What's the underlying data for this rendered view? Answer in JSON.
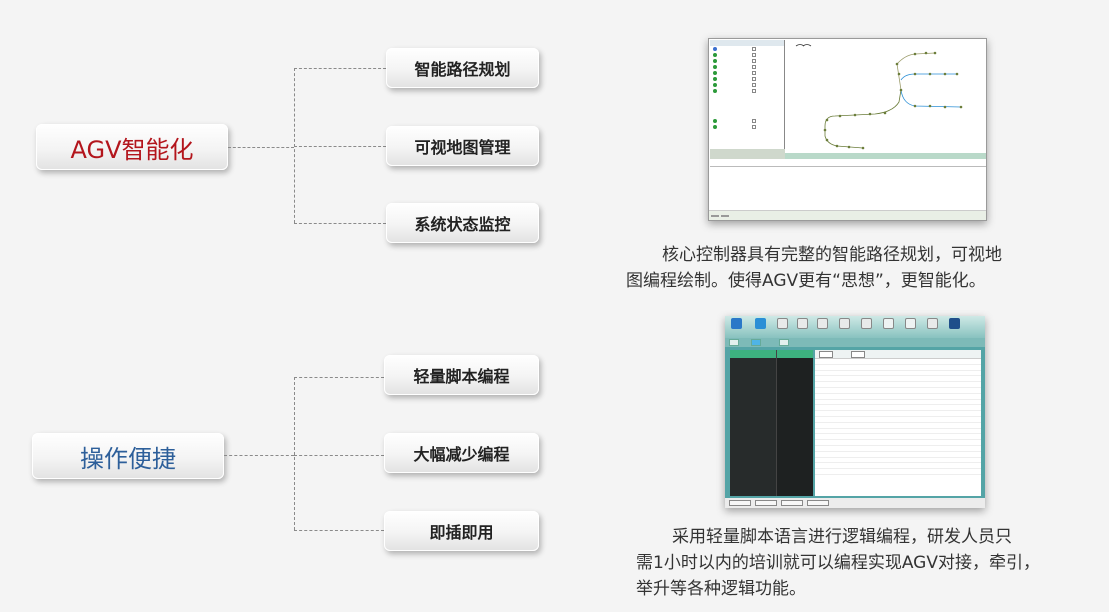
{
  "groups": [
    {
      "main_label": "AGV智能化",
      "items": [
        "智能路径规划",
        "可视地图管理",
        "系统状态监控"
      ],
      "description": "核心控制器具有完整的智能路径规划，可视地图编程绘制。使得AGV更有“思想”，更智能化。"
    },
    {
      "main_label": "操作便捷",
      "items": [
        "轻量脚本编程",
        "大幅减少编程",
        "即插即用"
      ],
      "description": "采用轻量脚本语言进行逻辑编程，研发人员只需1小时以内的培训就可以编程实现AGV对接，牵引，举升等各种逻辑功能。"
    }
  ],
  "caption1": {
    "line1": "核心控制器具有完整的智能路径规划，可视地",
    "line2": "图编程绘制。使得AGV更有“思想”，更智能化。"
  },
  "caption2": {
    "line1": "采用轻量脚本语言进行逻辑编程，研发人员只",
    "line2": "需1小时以内的培训就可以编程实现AGV对接，牵引，",
    "line3": "举升等各种逻辑功能。"
  },
  "colors": {
    "accent_red": "#b3151c",
    "accent_blue": "#2d5f9a",
    "map_path": "#2a8fd6",
    "map_node": "#6b7d3a"
  }
}
